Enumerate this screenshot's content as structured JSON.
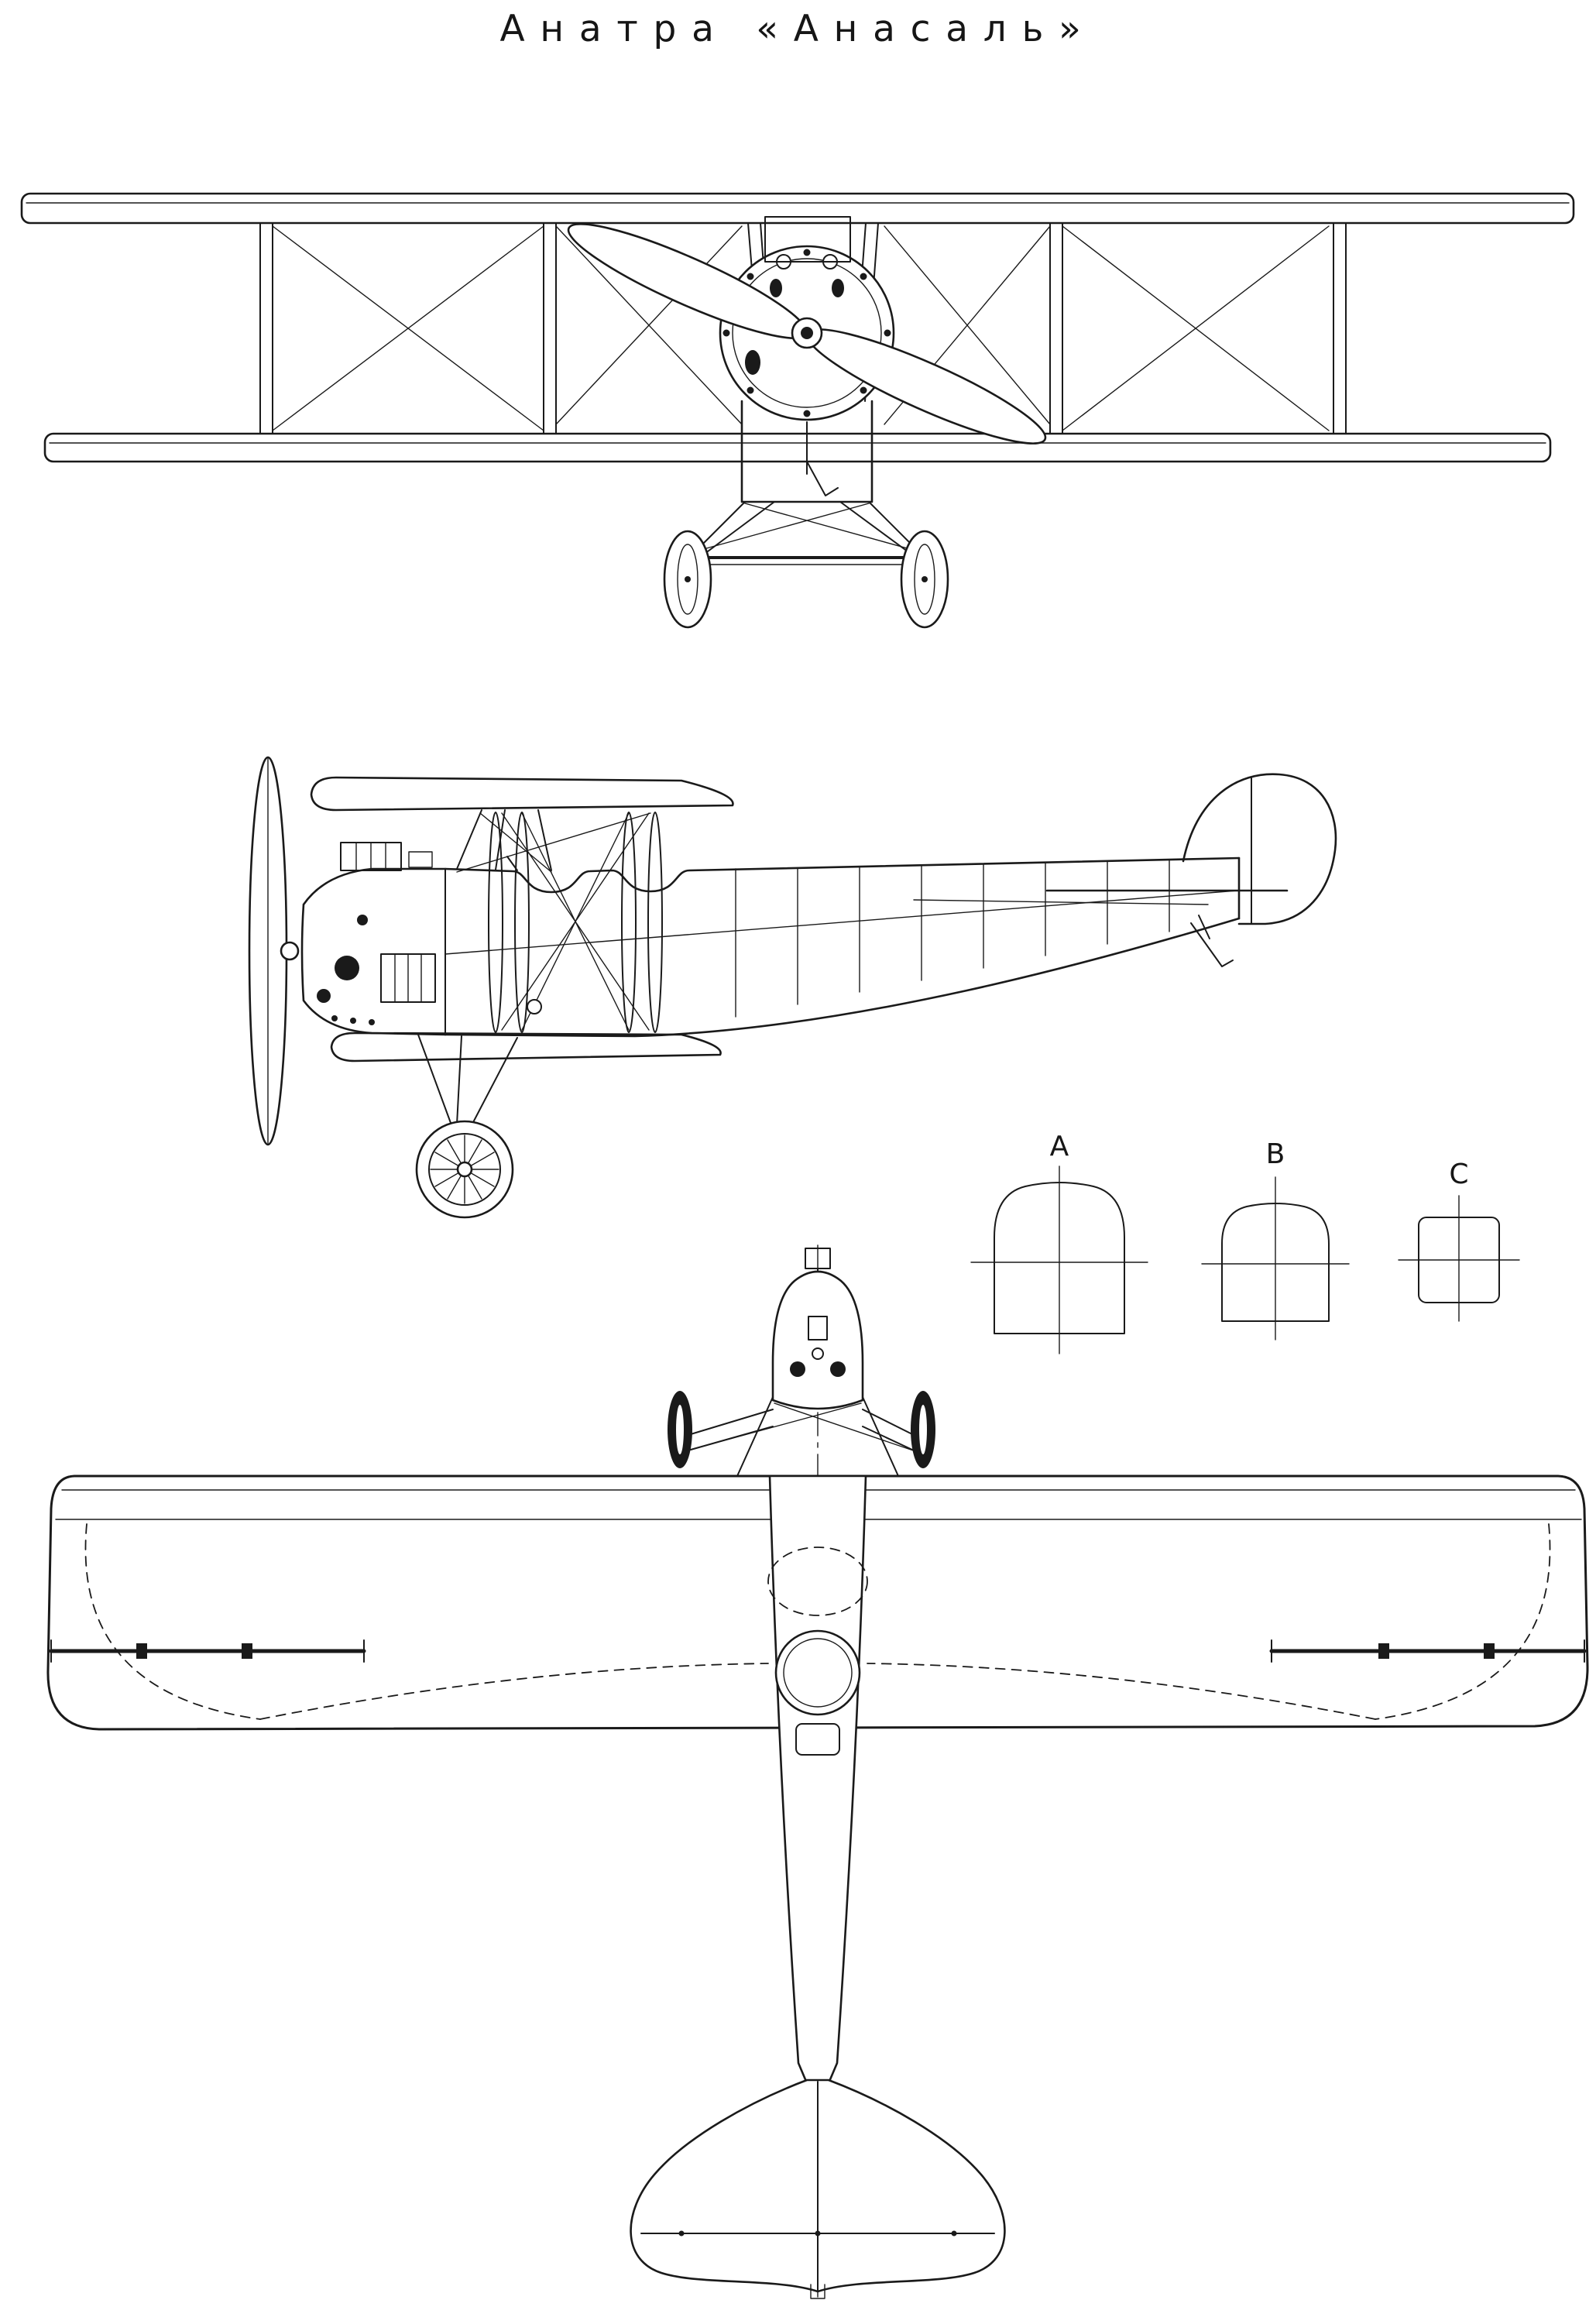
{
  "page": {
    "title": "Анатра «Анасаль»"
  },
  "palette": {
    "ink": "#1a1a1a",
    "paper": "#ffffff"
  },
  "cross_sections": {
    "a_label": "A",
    "b_label": "B",
    "c_label": "C"
  }
}
